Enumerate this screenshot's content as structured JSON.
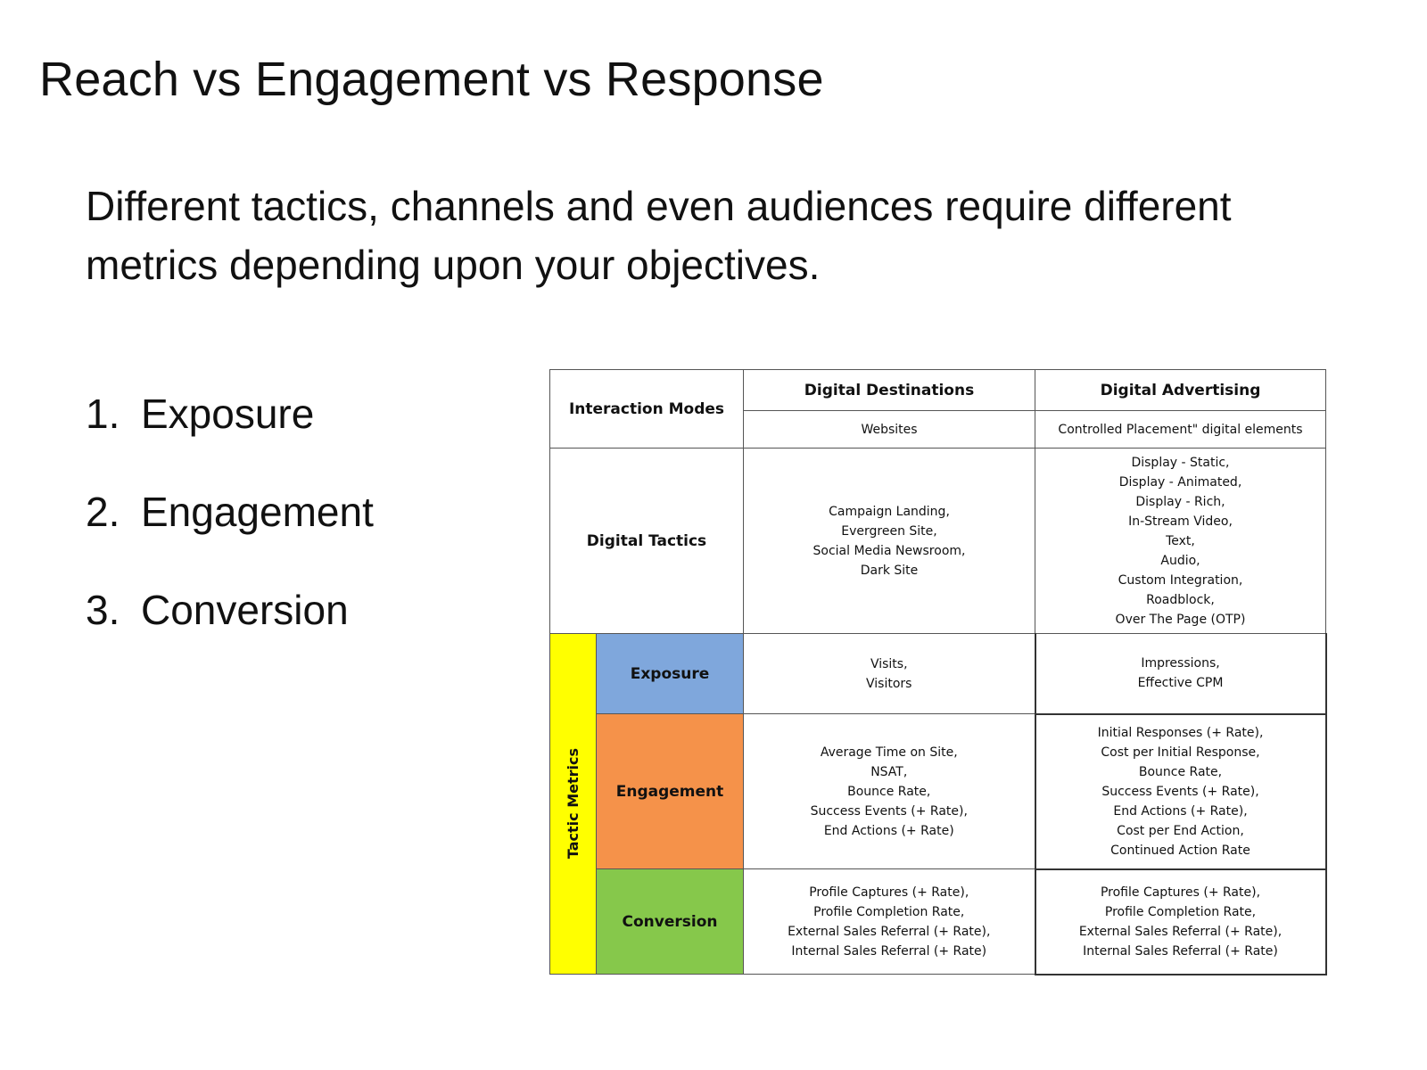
{
  "slide": {
    "title": "Reach vs Engagement vs Response",
    "subtitle": "Different tactics, channels and even audiences require different metrics depending upon your objectives."
  },
  "objectives": [
    {
      "number": "1.",
      "label": "Exposure"
    },
    {
      "number": "2.",
      "label": "Engagement"
    },
    {
      "number": "3.",
      "label": "Conversion"
    }
  ],
  "table": {
    "interaction_modes_label": "Interaction Modes",
    "digital_tactics_label": "Digital Tactics",
    "tactic_metrics_label": "Tactic Metrics",
    "columns": [
      {
        "header": "Digital Destinations",
        "subheader": "Websites"
      },
      {
        "header": "Digital Advertising",
        "subheader": "Controlled Placement\" digital elements"
      }
    ],
    "digital_tactics": [
      [
        "Campaign Landing,",
        "Evergreen Site,",
        "Social Media Newsroom,",
        "Dark Site"
      ],
      [
        "Display - Static,",
        "Display - Animated,",
        "Display - Rich,",
        "In-Stream Video,",
        "Text,",
        "Audio,",
        "Custom Integration,",
        "Roadblock,",
        "Over The Page (OTP)"
      ]
    ],
    "metric_rows": [
      {
        "label": "Exposure",
        "color": "#7fa7dc",
        "destinations": [
          "Visits,",
          "Visitors"
        ],
        "advertising": [
          "Impressions,",
          "Effective CPM"
        ]
      },
      {
        "label": "Engagement",
        "color": "#f5924a",
        "destinations": [
          "Average Time on Site,",
          "NSAT,",
          "Bounce Rate,",
          "Success Events (+ Rate),",
          "End Actions (+ Rate)"
        ],
        "advertising": [
          "Initial Responses (+ Rate),",
          "Cost per Initial Response,",
          "Bounce Rate,",
          "Success Events (+ Rate),",
          "End Actions (+ Rate),",
          "Cost per End Action,",
          "Continued Action Rate"
        ]
      },
      {
        "label": "Conversion",
        "color": "#86c84b",
        "destinations": [
          "Profile Captures (+ Rate),",
          "Profile Completion Rate,",
          "External Sales Referral (+ Rate),",
          "Internal Sales Referral (+ Rate)"
        ],
        "advertising": [
          "Profile Captures (+ Rate),",
          "Profile Completion Rate,",
          "External Sales Referral (+ Rate),",
          "Internal Sales Referral (+ Rate)"
        ]
      }
    ]
  }
}
